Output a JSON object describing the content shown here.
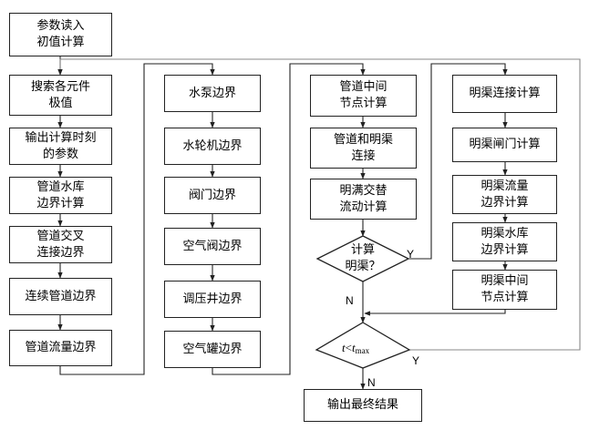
{
  "start": [
    "参数读入",
    "初值计算"
  ],
  "col1": [
    [
      "搜索各元件",
      "极值"
    ],
    [
      "输出计算时刻",
      "的参数"
    ],
    [
      "管道水库",
      "边界计算"
    ],
    [
      "管道交叉",
      "连接边界"
    ],
    [
      "连续管道边界"
    ],
    [
      "管道流量边界"
    ]
  ],
  "col2": [
    "水泵边界",
    "水轮机边界",
    "阀门边界",
    "空气阀边界",
    "调压井边界",
    "空气罐边界"
  ],
  "col3": [
    [
      "管道中间",
      "节点计算"
    ],
    [
      "管道和明渠",
      "连接"
    ],
    [
      "明满交替",
      "流动计算"
    ]
  ],
  "col4": [
    "明渠连接计算",
    "明渠闸门计算",
    [
      "明渠流量",
      "边界计算"
    ],
    [
      "明渠水库",
      "边界计算"
    ],
    [
      "明渠中间",
      "节点计算"
    ]
  ],
  "decision1": [
    "计算",
    "明渠？"
  ],
  "decision2": {
    "t": "t",
    "lt": "<",
    "tmax_base": "t",
    "tmax_sub": "max"
  },
  "end": "输出最终结果",
  "labels": {
    "yes1": "Y",
    "no1": "N",
    "yes2": "Y",
    "no2": "N"
  },
  "colors": {
    "line": "#222222",
    "feedback": "#888888"
  }
}
